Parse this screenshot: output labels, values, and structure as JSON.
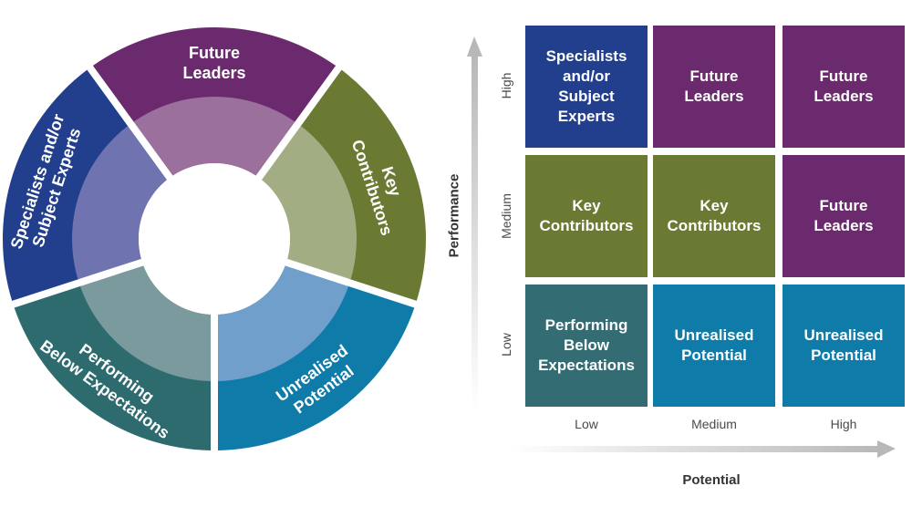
{
  "wheel": {
    "segments": [
      {
        "key": "future-leaders",
        "label": [
          "Future",
          "Leaders"
        ],
        "color": "#6b2a6e",
        "inner_color": "#9b709c"
      },
      {
        "key": "key-contributors",
        "label": [
          "Key",
          "Contributors"
        ],
        "color": "#6a7a33",
        "inner_color": "#a3ad84"
      },
      {
        "key": "unrealised-potential",
        "label": [
          "Unrealised",
          "Potential"
        ],
        "color": "#0f7ba8",
        "inner_color": "#6f9fca"
      },
      {
        "key": "performing-below",
        "label": [
          "Performing",
          "Below Expectations"
        ],
        "color": "#2e6b6f",
        "inner_color": "#7a9a9d"
      },
      {
        "key": "specialists",
        "label": [
          "Specialists and/or",
          "Subject Experts"
        ],
        "color": "#213f8c",
        "inner_color": "#6f73b0"
      }
    ]
  },
  "grid": {
    "rows": [
      {
        "performance": "High",
        "cells": [
          {
            "label": "Specialists\nand/or\nSubject\nExperts",
            "color": "#213f8c"
          },
          {
            "label": "Future\nLeaders",
            "color": "#6b2a6e"
          },
          {
            "label": "Future\nLeaders",
            "color": "#6b2a6e"
          }
        ]
      },
      {
        "performance": "Medium",
        "cells": [
          {
            "label": "Key\nContributors",
            "color": "#6a7a33"
          },
          {
            "label": "Key\nContributors",
            "color": "#6a7a33"
          },
          {
            "label": "Future\nLeaders",
            "color": "#6b2a6e"
          }
        ]
      },
      {
        "performance": "Low",
        "cells": [
          {
            "label": "Performing\nBelow\nExpectations",
            "color": "#346c74"
          },
          {
            "label": "Unrealised\nPotential",
            "color": "#0f7ba8"
          },
          {
            "label": "Unrealised\nPotential",
            "color": "#0f7ba8"
          }
        ]
      }
    ],
    "potential_ticks": [
      "Low",
      "Medium",
      "High"
    ],
    "y_axis_title": "Performance",
    "x_axis_title": "Potential"
  }
}
